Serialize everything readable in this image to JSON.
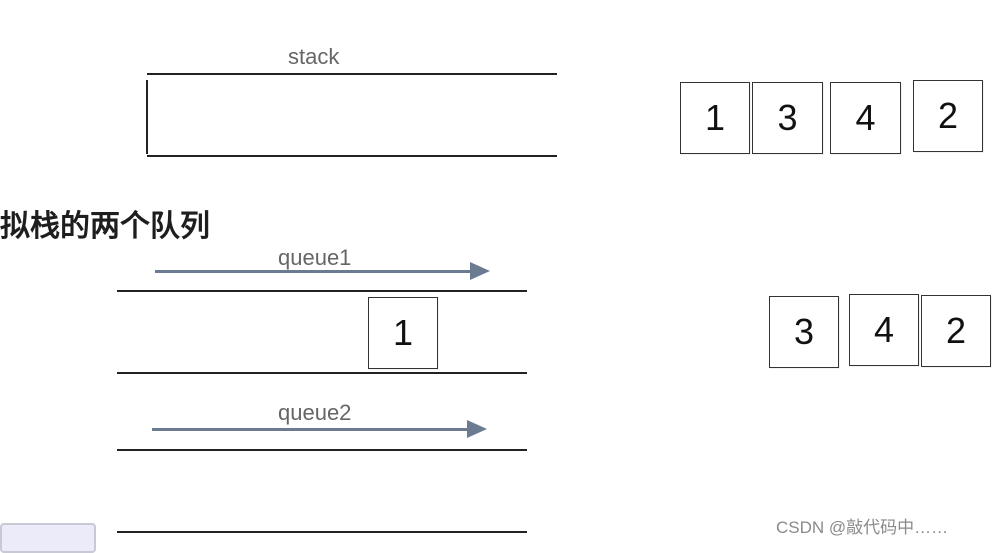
{
  "stack": {
    "label": "stack",
    "elements": [
      "1",
      "3",
      "4",
      "2"
    ]
  },
  "heading": "模拟栈的两个队列",
  "queue1": {
    "label": "queue1",
    "items": [
      "1"
    ],
    "waiting": [
      "3",
      "4",
      "2"
    ]
  },
  "queue2": {
    "label": "queue2"
  },
  "watermark": "CSDN @敲代码中……",
  "colors": {
    "arrow": "#6b7c92",
    "line": "#222222",
    "label": "#666666"
  }
}
